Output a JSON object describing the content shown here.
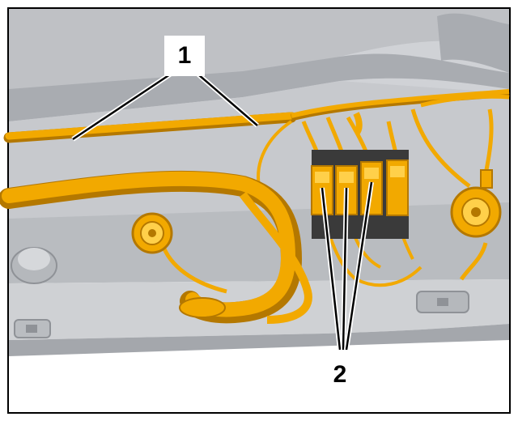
{
  "figure": {
    "colors": {
      "background": "#ffffff",
      "frame": "#000000",
      "panel_light": "#c9cbcf",
      "panel_mid": "#b0b3b8",
      "panel_dark": "#8f9297",
      "harness": "#f2a900",
      "harness_shadow": "#b47800",
      "connector_body": "#2c2c2c",
      "leader": "#000000"
    },
    "callouts": [
      {
        "id": "1",
        "label": "1"
      },
      {
        "id": "2",
        "label": "2"
      }
    ],
    "components": [
      {
        "name": "wiring-harness",
        "icon": "wire-bundle"
      },
      {
        "name": "connectors",
        "icon": "plug-connector"
      },
      {
        "name": "bulb-holder-left",
        "icon": "bulb-socket"
      },
      {
        "name": "bulb-holder-right",
        "icon": "bulb-socket"
      }
    ]
  }
}
